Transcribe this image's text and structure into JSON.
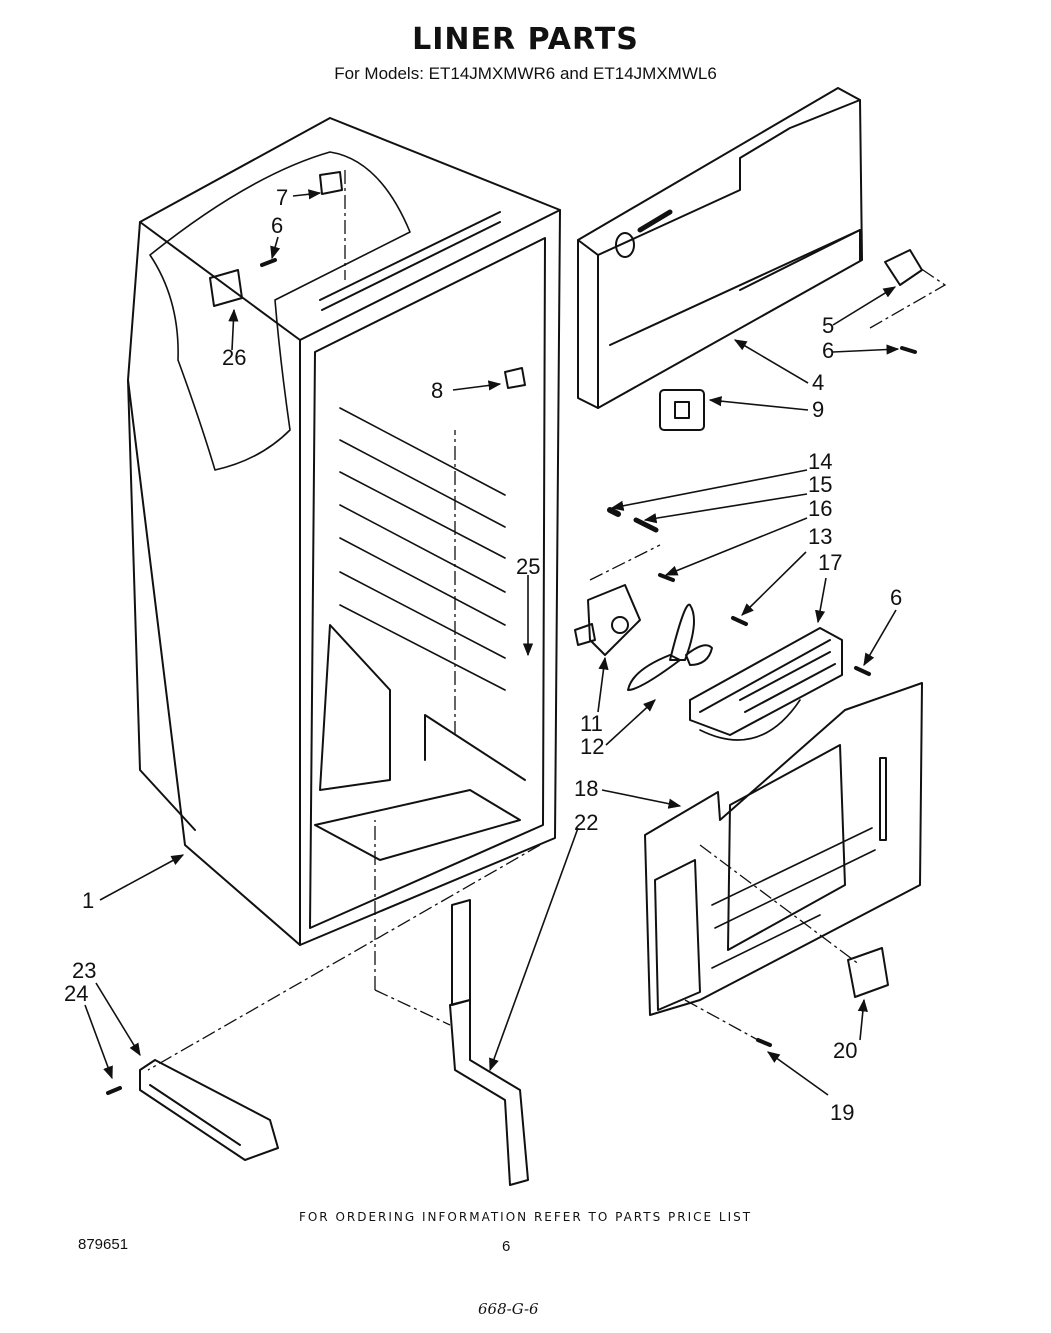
{
  "title": "LINER PARTS",
  "subtitle": "For Models: ET14JMXMWR6 and ET14JMXMWL6",
  "callouts": {
    "c1": "1",
    "c4": "4",
    "c5": "5",
    "c6a": "6",
    "c6b": "6",
    "c6c": "6",
    "c7": "7",
    "c8": "8",
    "c9": "9",
    "c11": "11",
    "c12": "12",
    "c13": "13",
    "c14": "14",
    "c15": "15",
    "c16": "16",
    "c17": "17",
    "c18": "18",
    "c19": "19",
    "c20": "20",
    "c22": "22",
    "c23": "23",
    "c24": "24",
    "c25": "25",
    "c26": "26"
  },
  "footer": "FOR ORDERING INFORMATION REFER TO PARTS PRICE LIST",
  "doc_number": "879651",
  "page_number": "6",
  "handwritten_code": "668-G-6"
}
